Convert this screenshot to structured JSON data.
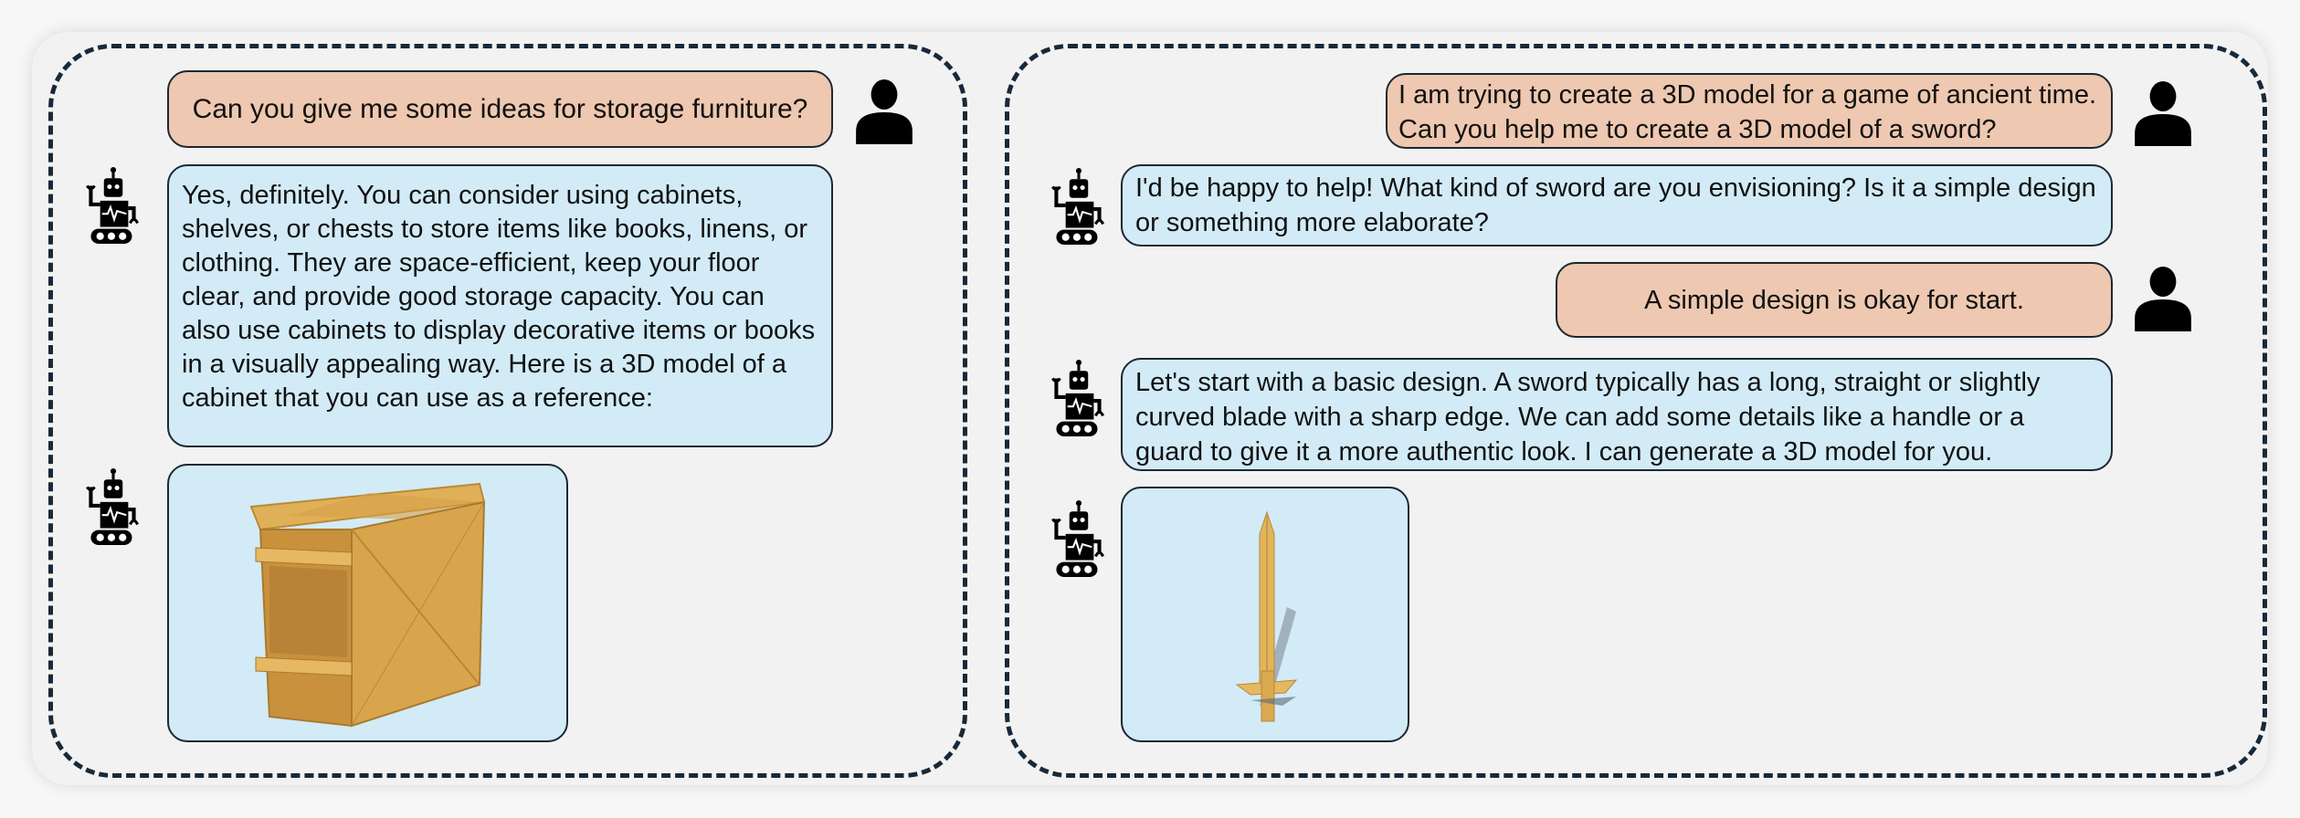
{
  "left_conversation": {
    "user_message": "Can you give me some ideas for storage furniture?",
    "bot_message": "Yes, definitely. You can consider using cabinets, shelves, or chests to store items like books, linens, or clothing. They are space-efficient, keep your floor clear, and provide good storage capacity. You can also use cabinets to display decorative items or books in a visually appealing way. Here is a 3D model of a cabinet that you can use as a reference:",
    "model_preview": "cabinet-3d-model"
  },
  "right_conversation": {
    "user_message_1": "I am trying to create a 3D model for a game of ancient time. Can you help me to create a 3D model of a sword?",
    "bot_message_1": "I'd be happy to help! What kind of sword are you envisioning? Is it a simple design or something more elaborate?",
    "user_message_2": "A simple design is okay for start.",
    "bot_message_2": "Let's start with a basic design. A sword typically has a long, straight or slightly curved blade with a sharp edge. We can add some details like a handle or a guard to give it a more authentic look. I can generate a 3D model for you.",
    "model_preview": "sword-3d-model"
  },
  "colors": {
    "user_bubble": "#eec8b0",
    "bot_bubble": "#d2ebf7",
    "border": "#17293a"
  }
}
